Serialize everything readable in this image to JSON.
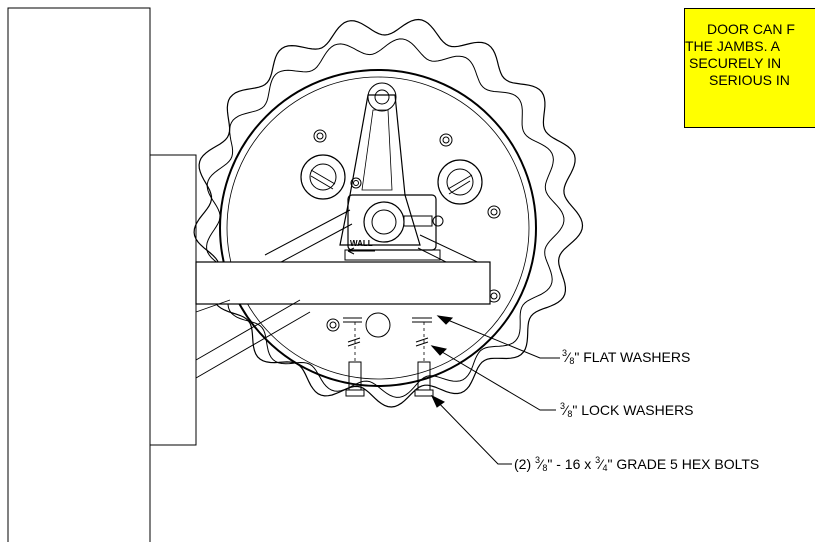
{
  "warning": {
    "lines": [
      "DOOR CAN F",
      "THE JAMBS. A",
      "SECURELY IN",
      "SERIOUS IN"
    ]
  },
  "wall_label": "WALL",
  "callouts": {
    "flat_washers": {
      "num": "3",
      "den": "8",
      "text": "\" FLAT WASHERS"
    },
    "lock_washers": {
      "num": "3",
      "den": "8",
      "text": "\" LOCK WASHERS"
    },
    "hex_bolts": {
      "prefix": "(2) ",
      "num1": "3",
      "den1": "8",
      "mid": "\" - 16 x ",
      "num2": "3",
      "den2": "4",
      "text": "\" GRADE 5 HEX BOLTS"
    }
  },
  "colors": {
    "line": "#000000",
    "warning_bg": "#ffff00"
  }
}
